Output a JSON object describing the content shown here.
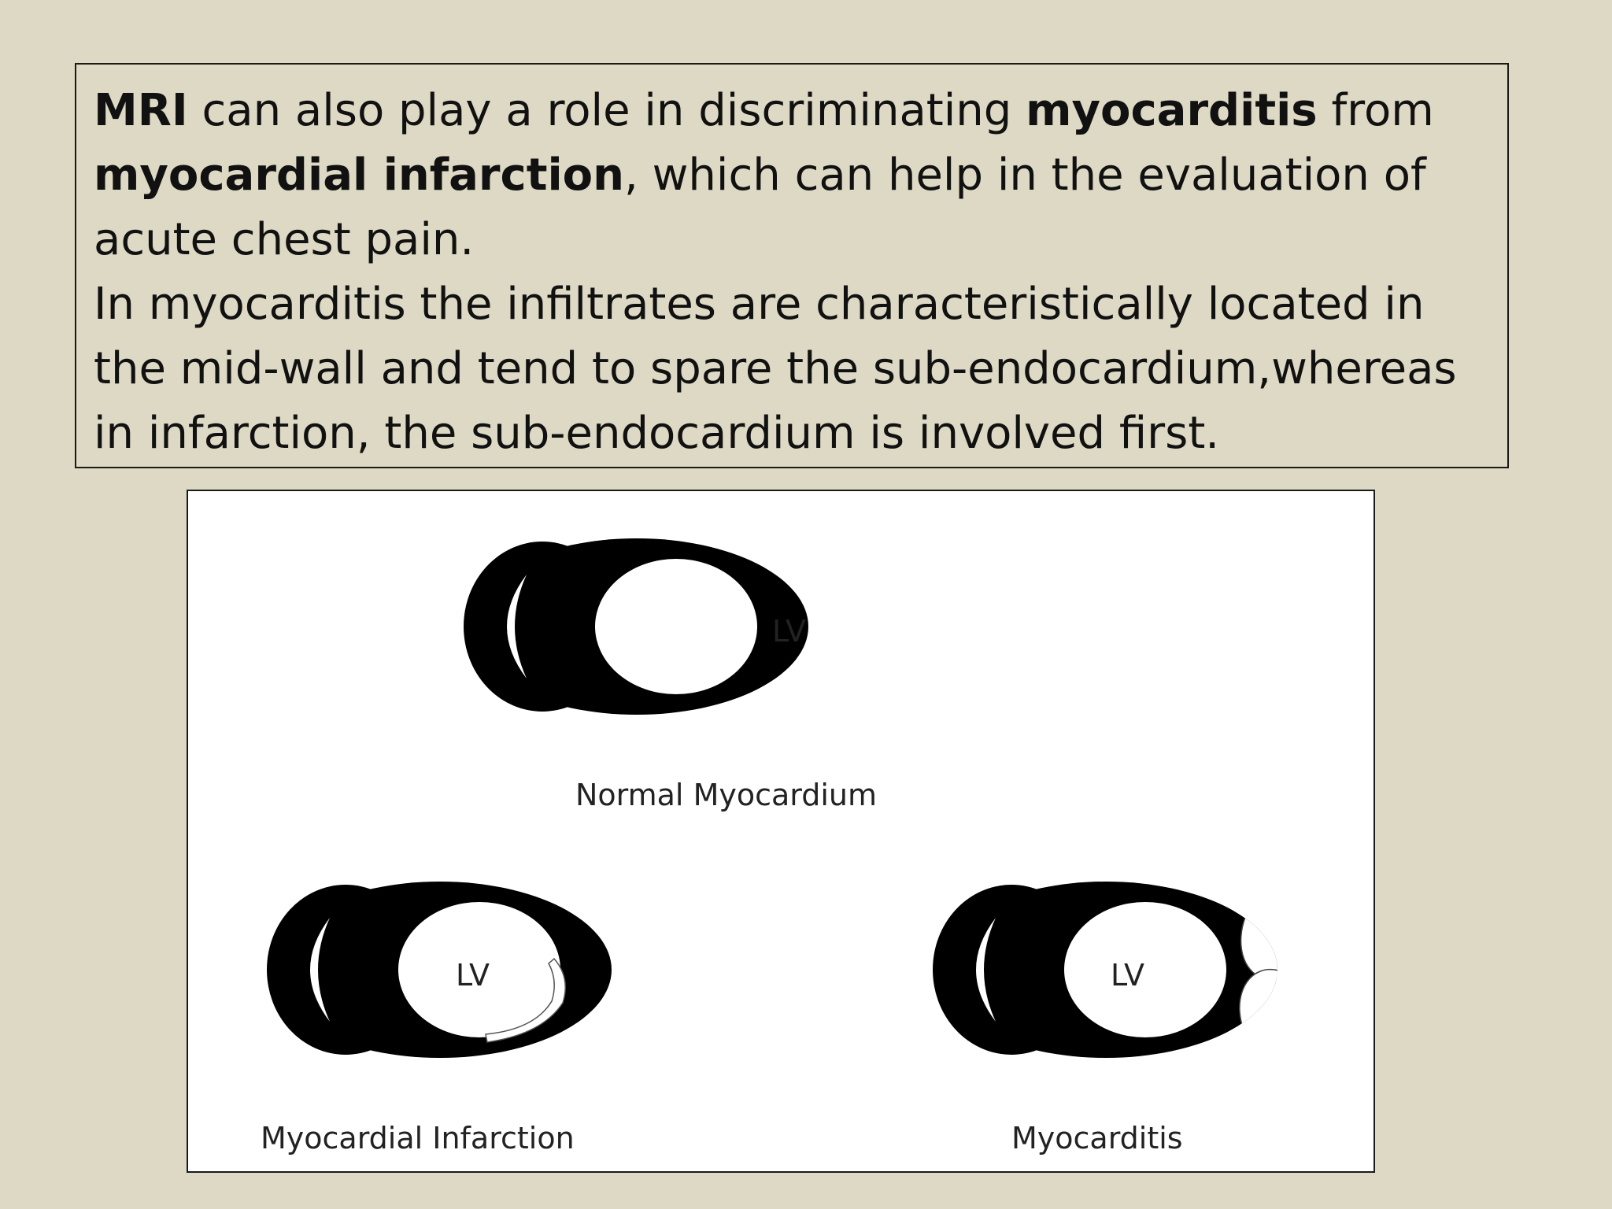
{
  "paragraph1": {
    "t1": "MRI",
    "t2": " can also play a role in discriminating ",
    "t3": "myocarditis",
    "t4": " from ",
    "t5": "myocardial infarction",
    "t6": ", which can help in the evaluation of acute chest pain."
  },
  "paragraph2": " In myocarditis the infiltrates are characteristically located in the mid-wall and tend to spare the sub-endocardium,whereas in infarction, the sub-endocardium is involved first.",
  "diagram": {
    "lv_label": "LV",
    "panels": [
      {
        "id": "normal",
        "caption": "Normal Myocardium"
      },
      {
        "id": "infarction",
        "caption": "Myocardial Infarction"
      },
      {
        "id": "myocarditis",
        "caption": "Myocarditis"
      }
    ]
  },
  "colors": {
    "background": "#ddd9c4",
    "myocardium": "#000000",
    "figure_bg": "#ffffff"
  }
}
